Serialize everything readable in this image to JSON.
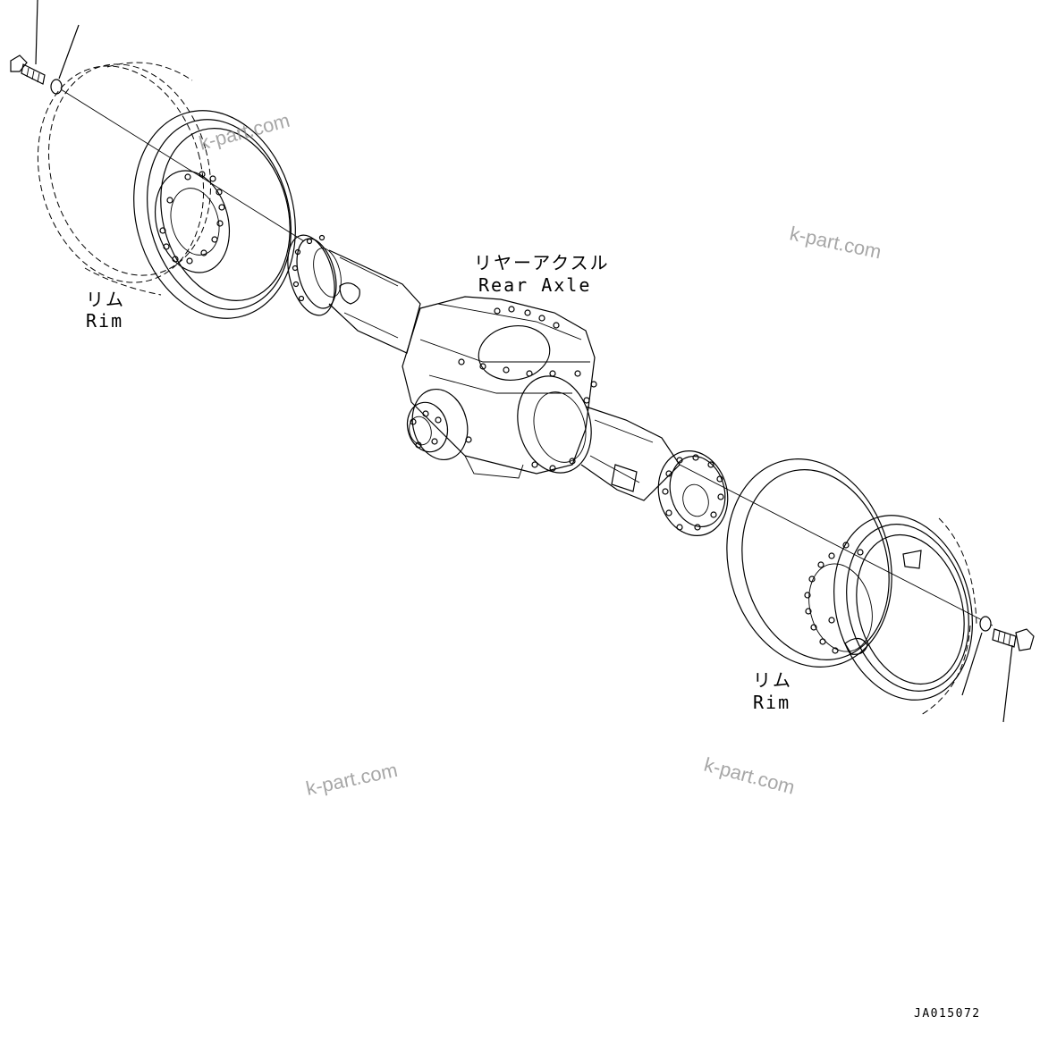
{
  "labels": {
    "rear_axle_jp": "リヤーアクスル",
    "rear_axle_en": "Rear Axle",
    "rim_left_jp": "リム",
    "rim_left_en": "Rim",
    "rim_right_jp": "リム",
    "rim_right_en": "Rim"
  },
  "watermarks": [
    "k-part.com",
    "k-part.com",
    "k-part.com",
    "k-part.com"
  ],
  "drawing_code": "JA015072",
  "colors": {
    "line": "#000000",
    "background": "#ffffff",
    "watermark": "#8a8a8a"
  }
}
